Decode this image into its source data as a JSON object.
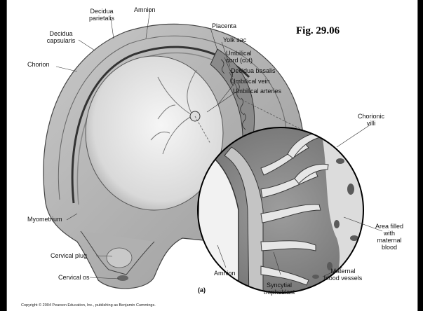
{
  "figure": {
    "title": "Fig. 29.06",
    "panel_label": "(a)",
    "copyright": "Copyright © 2004 Pearson Education, Inc., publishing as Benjamin Cummings.",
    "labels": {
      "decidua_parietalis_1": "Decidua",
      "decidua_parietalis_2": "parietalis",
      "amnion_top": "Amnion",
      "decidua_capsularis_1": "Decidua",
      "decidua_capsularis_2": "capsularis",
      "chorion": "Chorion",
      "placenta": "Placenta",
      "yolk_sac": "Yolk sac",
      "umbilical_cord_1": "Umbilical",
      "umbilical_cord_2": "cord (cut)",
      "decidua_basalis": "Decidua basalis",
      "umbilical_vein": "Umbilical vein",
      "umbilical_arteries": "Umbilical arteries",
      "chorionic_villi_1": "Chorionic",
      "chorionic_villi_2": "villi",
      "myometrium": "Myometrium",
      "cervical_plug": "Cervical plug",
      "cervical_os": "Cervical os",
      "amnion_bottom": "Amnion",
      "syncytial_1": "Syncytial",
      "syncytial_2": "trophoblast",
      "maternal_vessels_1": "Maternal",
      "maternal_vessels_2": "blood vessels",
      "area_filled_1": "Area filled",
      "area_filled_2": "with",
      "area_filled_3": "maternal",
      "area_filled_4": "blood"
    },
    "colors": {
      "background": "#ffffff",
      "frame": "#000000"
    }
  }
}
